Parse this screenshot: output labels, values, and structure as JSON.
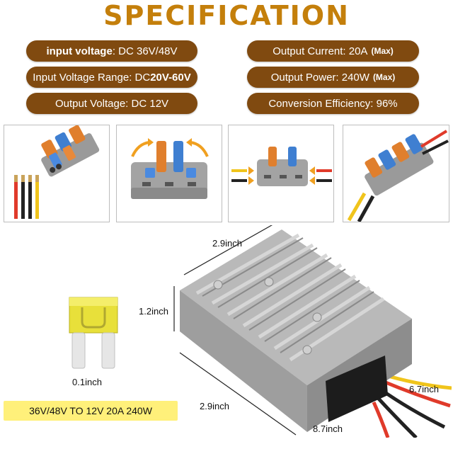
{
  "header": {
    "title": "SPECIFICATION"
  },
  "specs": {
    "input_voltage": {
      "label": "input voltage",
      "value": ": DC 36V/48V"
    },
    "input_range": {
      "label": "Input Voltage Range: DC ",
      "value": "20V-60V"
    },
    "output_voltage": {
      "text": "Output Voltage: DC 12V"
    },
    "output_current": {
      "text": "Output Current: 20A",
      "suffix": "(Max)"
    },
    "output_power": {
      "text": "Output Power: 240W",
      "suffix": "(Max)"
    },
    "efficiency": {
      "text": "Conversion Efficiency: 96%"
    }
  },
  "dimensions": {
    "top_length": "2.9inch",
    "height": "1.2inch",
    "bottom_length": "2.9inch",
    "wire_short": "6.7inch",
    "wire_long": "8.7inch",
    "fuse_width": "0.1inch"
  },
  "banner": {
    "text": "36V/48V TO 12V   20A 240W"
  },
  "colors": {
    "accent": "#c47f0b",
    "pill": "#804a10",
    "banner": "#fff07a"
  }
}
